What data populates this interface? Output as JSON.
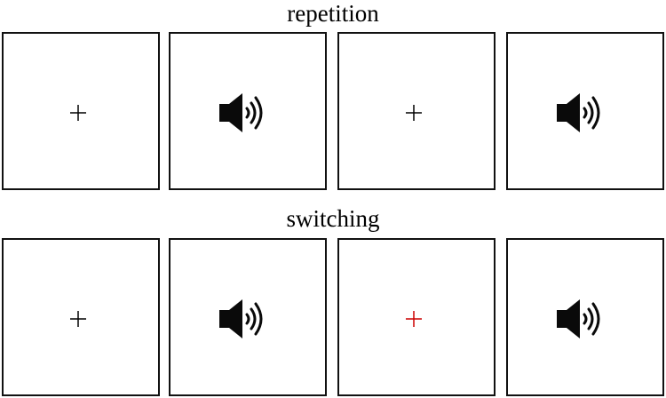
{
  "rows": [
    {
      "label": "repetition",
      "frames": [
        {
          "content": "fixation-cross",
          "color": "#000000"
        },
        {
          "content": "speaker-icon"
        },
        {
          "content": "fixation-cross",
          "color": "#000000"
        },
        {
          "content": "speaker-icon"
        }
      ]
    },
    {
      "label": "switching",
      "frames": [
        {
          "content": "fixation-cross",
          "color": "#000000"
        },
        {
          "content": "speaker-icon"
        },
        {
          "content": "fixation-cross",
          "color": "#cc0000"
        },
        {
          "content": "speaker-icon"
        }
      ]
    }
  ]
}
